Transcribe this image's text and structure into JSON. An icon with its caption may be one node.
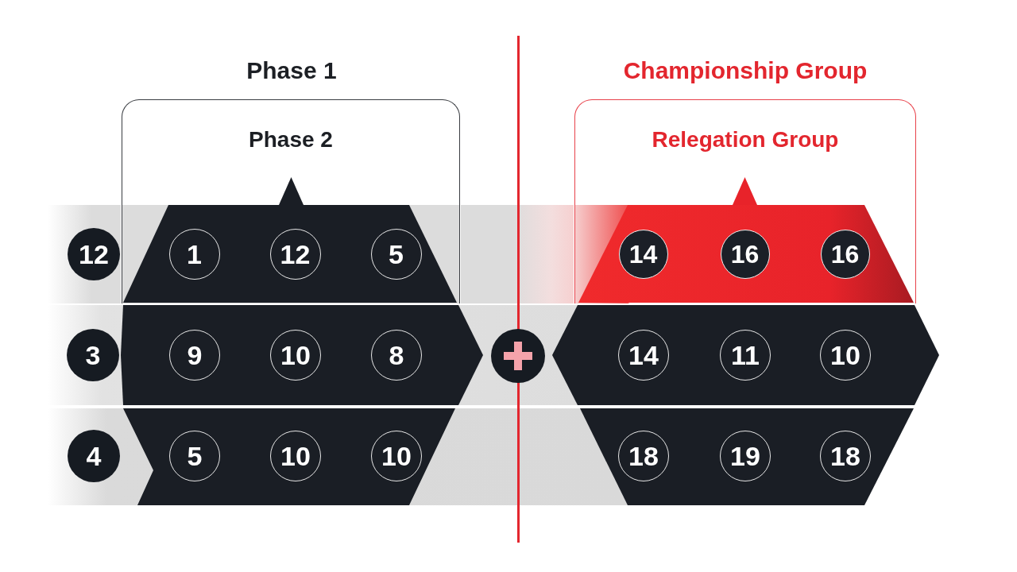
{
  "diagram": {
    "nodes": [
      {
        "text": [
          "Phase 2"
        ]
      },
      {
        "text": [
          "12"
        ]
      },
      {
        "text": [],
        "shape": "trapezoid",
        "in": 0
      },
      {
        "text": [
          "1"
        ],
        "in": 2
      },
      {
        "text": [
          "12"
        ],
        "in": 2
      },
      {
        "text": [
          "5"
        ],
        "in": 2
      },
      {
        "text": [
          "3"
        ]
      },
      {
        "text": [],
        "shape": "hexagon"
      },
      {
        "text": [
          "9"
        ],
        "in": 7
      },
      {
        "text": [
          "10"
        ],
        "in": 7
      },
      {
        "text": [
          "8"
        ],
        "in": 7
      },
      {
        "text": [
          "4"
        ]
      },
      {
        "text": [],
        "shape": "trapezoid"
      },
      {
        "text": [
          "5"
        ],
        "in": 12
      },
      {
        "text": [
          "10"
        ],
        "in": 12
      },
      {
        "text": [
          "10"
        ],
        "in": 12
      },
      {
        "text": [],
        "shape": "circle"
      },
      {
        "text": [
          "Relegation Group"
        ]
      },
      {
        "text": [],
        "shape": "trapezoid",
        "in": 17
      },
      {
        "text": [
          "14"
        ],
        "in": 18
      },
      {
        "text": [
          "16"
        ],
        "in": 18
      },
      {
        "text": [
          "16"
        ],
        "in": 18
      },
      {
        "text": [],
        "shape": "hexagon"
      },
      {
        "text": [
          "14"
        ],
        "in": 22
      },
      {
        "text": [
          "11"
        ],
        "in": 22
      },
      {
        "text": [
          "10"
        ],
        "in": 22
      },
      {
        "text": [],
        "shape": "trapezoid"
      },
      {
        "text": [
          "18"
        ],
        "in": 26
      },
      {
        "text": [
          "19"
        ],
        "in": 26
      },
      {
        "text": [
          "18"
        ],
        "in": 26
      }
    ],
    "labels": [
      "Phase 1",
      "Championship Group"
    ]
  }
}
